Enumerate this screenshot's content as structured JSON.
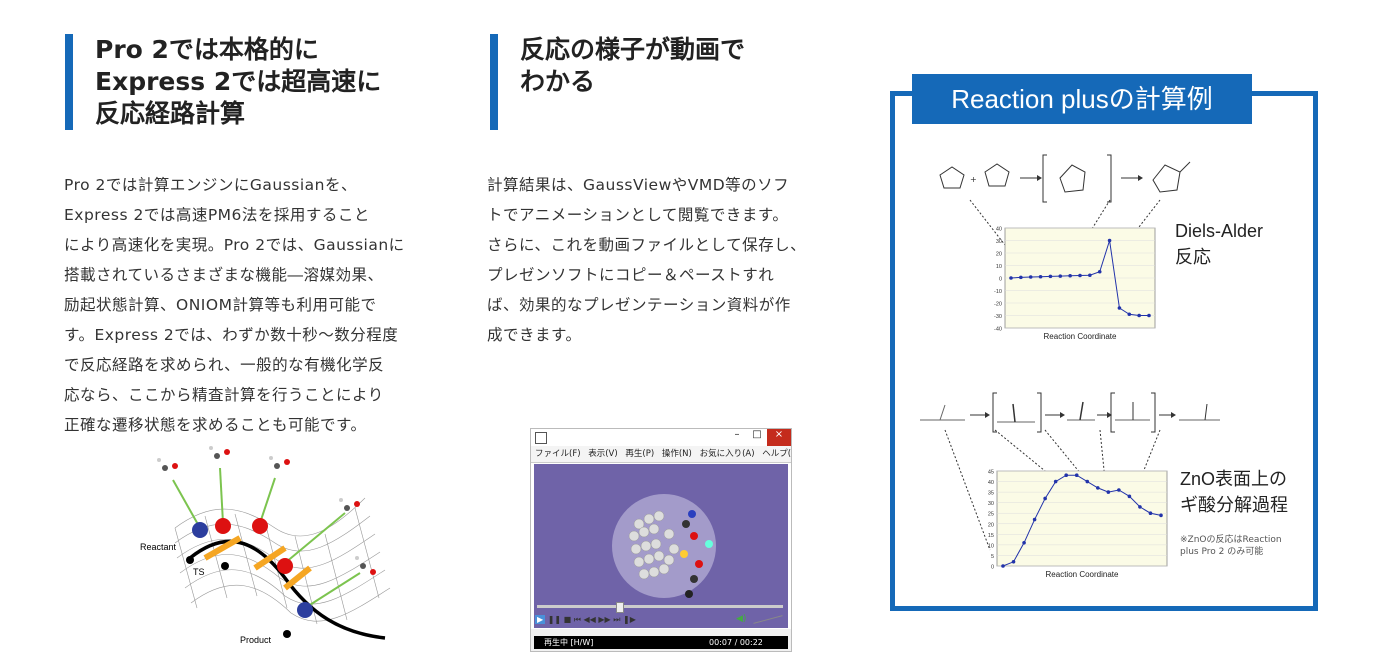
{
  "col1": {
    "heading": "Pro 2では本格的に\nExpress 2では超高速に\n反応経路計算",
    "lines": [
      "Pro 2では計算エンジンにGaussianを、",
      "Express 2では高速PM6法を採用すること",
      "により高速化を実現。Pro 2では、Gaussianに",
      "搭載されているさまざまな機能―溶媒効果、",
      "励起状態計算、ONIOM計算等も利用可能で",
      "す。Express 2では、わずか数十秒～数分程度",
      "で反応経路を求められ、一般的な有機化学反",
      "応なら、ここから精査計算を行うことにより",
      "正確な遷移状態を求めることも可能です。"
    ],
    "figure_labels": {
      "reactant": "Reactant",
      "ts": "TS",
      "product": "Product"
    }
  },
  "col2": {
    "heading": "反応の様子が動画で\nわかる",
    "lines": [
      "計算結果は、GaussViewやVMD等のソフ",
      "トでアニメーションとして閲覧できます。",
      "さらに、これを動画ファイルとして保存し、",
      "プレゼンソフトにコピー＆ペーストすれ",
      "ば、効果的なプレゼンテーション資料が作",
      "成できます。"
    ],
    "player": {
      "menu": [
        "ファイル(F)",
        "表示(V)",
        "再生(P)",
        "操作(N)",
        "お気に入り(A)",
        "ヘルプ(H)"
      ],
      "status": "再生中 [H/W]",
      "time": "00:07 / 00:22"
    }
  },
  "panel": {
    "title": "Reaction plusの計算例",
    "example1_label": "Diels-Alder\n反応",
    "example2_label": "ZnO表面上の\nギ酸分解過程",
    "note": "※ZnOの反応はReaction\n  plus Pro 2 のみ可能",
    "chart1_xlabel": "Reaction Coordinate",
    "chart2_xlabel": "Reaction Coordinate"
  },
  "chart_data": [
    {
      "type": "line",
      "xlabel": "Reaction Coordinate",
      "ylim": [
        -40,
        40
      ],
      "yticks": [
        "40",
        "30",
        "20",
        "10",
        "0",
        "-10",
        "-20",
        "-30",
        "-40"
      ],
      "values": [
        0,
        0.5,
        0.8,
        1,
        1.3,
        1.5,
        1.8,
        2,
        2.2,
        5,
        30,
        -24,
        -29,
        -30,
        -30
      ]
    },
    {
      "type": "line",
      "xlabel": "Reaction Coordinate",
      "ylim": [
        0,
        45
      ],
      "yticks": [
        "45",
        "40",
        "35",
        "30",
        "25",
        "20",
        "15",
        "10",
        "5",
        "0"
      ],
      "values": [
        0,
        2,
        11,
        22,
        32,
        40,
        43,
        43,
        40,
        37,
        35,
        36,
        33,
        28,
        25,
        24
      ]
    }
  ],
  "colors": {
    "accent": "#1569b8"
  }
}
